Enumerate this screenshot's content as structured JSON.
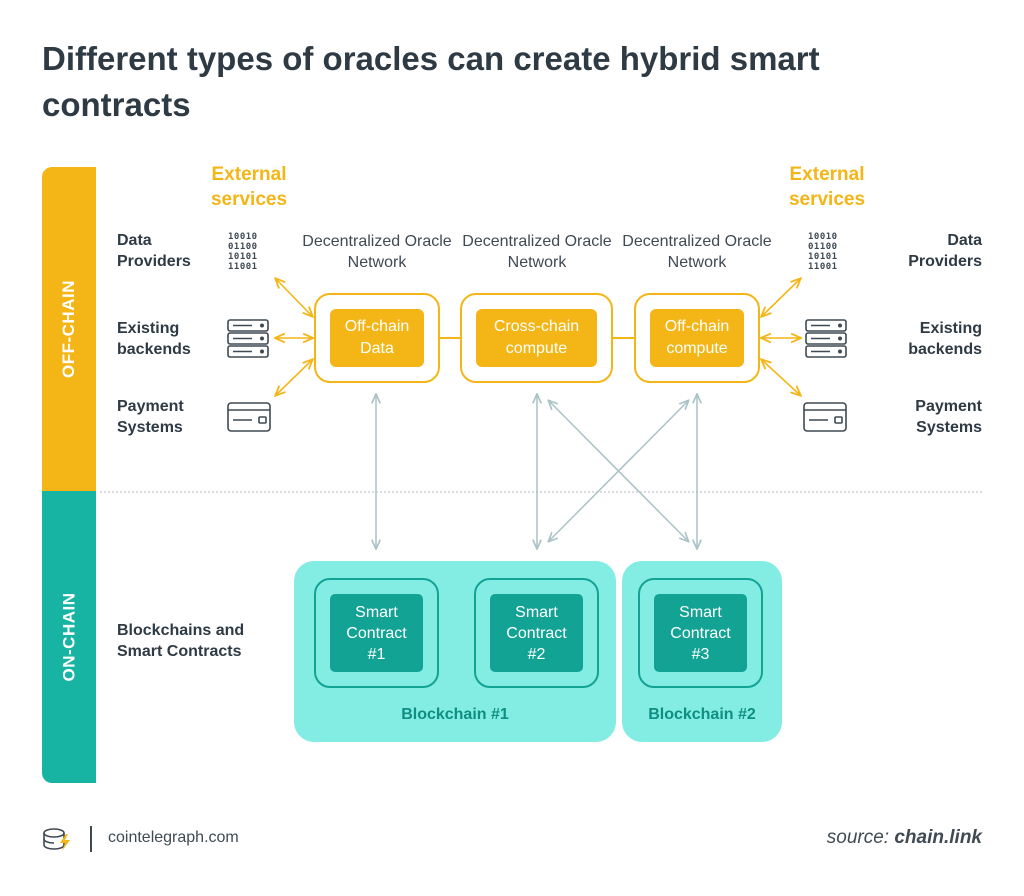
{
  "title": "Different types of oracles can create hybrid smart contracts",
  "bands": {
    "off_chain": "OFF-CHAIN",
    "on_chain": "ON-CHAIN"
  },
  "external_services": "External services",
  "left_services": [
    {
      "label": "Data Providers",
      "icon": "binary-data-icon"
    },
    {
      "label": "Existing backends",
      "icon": "server-icon"
    },
    {
      "label": "Payment Systems",
      "icon": "credit-card-icon"
    }
  ],
  "right_services": [
    {
      "label": "Data Providers",
      "icon": "binary-data-icon"
    },
    {
      "label": "Existing backends",
      "icon": "server-icon"
    },
    {
      "label": "Payment Systems",
      "icon": "credit-card-icon"
    }
  ],
  "binary_rows": [
    "10010",
    "01100",
    "10101",
    "11001"
  ],
  "oracle_networks": [
    {
      "heading": "Decentralized Oracle Network",
      "node": "Off-chain\nData"
    },
    {
      "heading": "Decentralized Oracle Network",
      "node": "Cross-chain\ncompute"
    },
    {
      "heading": "Decentralized Oracle Network",
      "node": "Off-chain\ncompute"
    }
  ],
  "on_chain_label": "Blockchains and Smart Contracts",
  "blockchains": [
    {
      "label": "Blockchain #1"
    },
    {
      "label": "Blockchain #2"
    }
  ],
  "smart_contracts": [
    "Smart\nContract\n#1",
    "Smart\nContract\n#2",
    "Smart\nContract\n#3"
  ],
  "footer": {
    "site": "cointelegraph.com",
    "source_prefix": "source:",
    "source_name": "chain.link"
  },
  "colors": {
    "off_chain": "#f4b617",
    "on_chain": "#17b3a3",
    "chain_fill": "#83ece3",
    "contract": "#13a394",
    "arrow_gray": "#a9c3c6",
    "text": "#2e3a44"
  }
}
